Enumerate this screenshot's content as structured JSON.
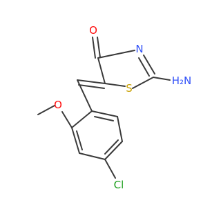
{
  "molecule": {
    "atoms": [
      {
        "id": "O1",
        "label": "O",
        "color": "#ff0d0d"
      },
      {
        "id": "N3",
        "label": "N",
        "color": "#3050f8"
      },
      {
        "id": "NH2",
        "label": "H₂N",
        "color": "#3050f8"
      },
      {
        "id": "S1",
        "label": "S",
        "color": "#c8a000"
      },
      {
        "id": "O2",
        "label": "O",
        "color": "#ff0d0d"
      },
      {
        "id": "Cl",
        "label": "Cl",
        "color": "#1fa01f"
      }
    ]
  },
  "colors": {
    "bond": "#3a3a3a",
    "background": "#ffffff"
  }
}
